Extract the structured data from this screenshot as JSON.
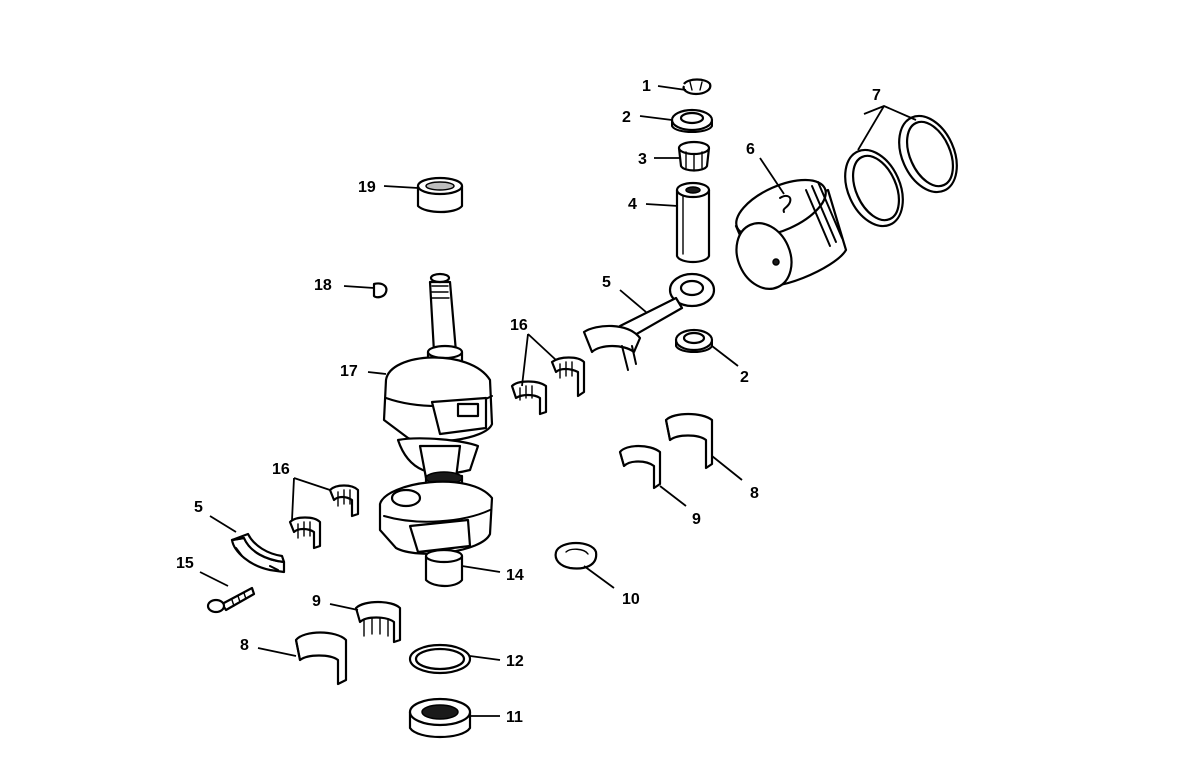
{
  "diagram": {
    "callouts": [
      {
        "id": "c1",
        "label": "1"
      },
      {
        "id": "c2a",
        "label": "2"
      },
      {
        "id": "c3",
        "label": "3"
      },
      {
        "id": "c4",
        "label": "4"
      },
      {
        "id": "c5a",
        "label": "5"
      },
      {
        "id": "c6",
        "label": "6"
      },
      {
        "id": "c7",
        "label": "7"
      },
      {
        "id": "c2b",
        "label": "2"
      },
      {
        "id": "c19",
        "label": "19"
      },
      {
        "id": "c18",
        "label": "18"
      },
      {
        "id": "c16a",
        "label": "16"
      },
      {
        "id": "c17",
        "label": "17"
      },
      {
        "id": "c8a",
        "label": "8"
      },
      {
        "id": "c9a",
        "label": "9"
      },
      {
        "id": "c16b",
        "label": "16"
      },
      {
        "id": "c5b",
        "label": "5"
      },
      {
        "id": "c14",
        "label": "14"
      },
      {
        "id": "c10",
        "label": "10"
      },
      {
        "id": "c15",
        "label": "15"
      },
      {
        "id": "c9b",
        "label": "9"
      },
      {
        "id": "c8b",
        "label": "8"
      },
      {
        "id": "c12",
        "label": "12"
      },
      {
        "id": "c11",
        "label": "11"
      }
    ]
  }
}
